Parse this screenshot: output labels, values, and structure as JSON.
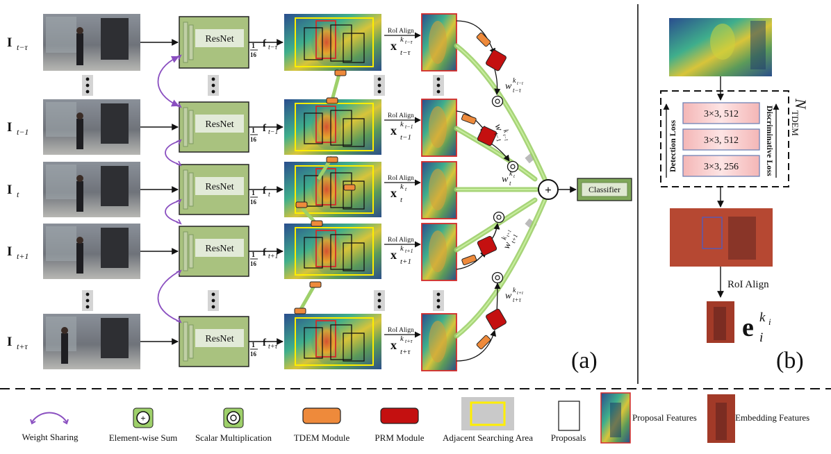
{
  "panel_a": {
    "panel_label": "(a)",
    "frames": [
      {
        "label": "I",
        "sub": "t−τ",
        "feat": "f",
        "feat_sub": "t−τ",
        "roi_x": "x",
        "roi_sup": "k",
        "roi_sup_sub": "t−τ",
        "roi_sub": "t−τ",
        "w": "w",
        "w_sup": "k",
        "w_sup_sub": "t−τ",
        "w_sub": "t−τ"
      },
      {
        "label": "I",
        "sub": "t−1",
        "feat": "f",
        "feat_sub": "t−1",
        "roi_x": "x",
        "roi_sup": "k",
        "roi_sup_sub": "t−1",
        "roi_sub": "t−1",
        "w": "w",
        "w_sup": "k",
        "w_sup_sub": "t−1",
        "w_sub": "t−1"
      },
      {
        "label": "I",
        "sub": "t",
        "feat": "f",
        "feat_sub": "t",
        "roi_x": "x",
        "roi_sup": "k",
        "roi_sup_sub": "t",
        "roi_sub": "t",
        "w": "w",
        "w_sup": "k",
        "w_sup_sub": "t",
        "w_sub": "t"
      },
      {
        "label": "I",
        "sub": "t+1",
        "feat": "f",
        "feat_sub": "t+1",
        "roi_x": "x",
        "roi_sup": "k",
        "roi_sup_sub": "t+1",
        "roi_sub": "t+1",
        "w": "w",
        "w_sup": "k",
        "w_sup_sub": "t+1",
        "w_sub": "t+1"
      },
      {
        "label": "I",
        "sub": "t+τ",
        "feat": "f",
        "feat_sub": "t+τ",
        "roi_x": "x",
        "roi_sup": "k",
        "roi_sup_sub": "t+τ",
        "roi_sub": "t+τ",
        "w": "w",
        "w_sup": "k",
        "w_sup_sub": "t+τ",
        "w_sub": "t+τ"
      }
    ],
    "backbone_label": "ResNet",
    "scale_num": "1",
    "scale_den": "16",
    "roi_align_label": "RoI Align",
    "classifier_label": "Classifier"
  },
  "panel_b": {
    "panel_label": "(b)",
    "module_symbol": "N",
    "module_sub": "TDEM",
    "layers": [
      "3×3, 512",
      "3×3, 512",
      "3×3, 256"
    ],
    "left_loss": "Detection Loss",
    "right_loss": "Discriminative Loss",
    "roi_align_label": "RoI Align",
    "embed_symbol": "e",
    "embed_sup": "k",
    "embed_sup_sub": "i",
    "embed_sub": "i"
  },
  "legend": [
    {
      "label": "Weight Sharing"
    },
    {
      "label": "Element-wise Sum"
    },
    {
      "label": "Scalar Multiplication"
    },
    {
      "label": "TDEM Module"
    },
    {
      "label": "PRM Module"
    },
    {
      "label": "Adjacent Searching Area"
    },
    {
      "label": "Proposals"
    },
    {
      "label": "Proposal Features"
    },
    {
      "label": "Embedding Features"
    }
  ],
  "colors": {
    "resnet_fill": "#a9c27f",
    "resnet_inner": "#dfe8d2",
    "tdem": "#ee8a3b",
    "prm": "#c41010",
    "stream": "#9ed06a",
    "weight_sharing": "#8a4fc0",
    "search_area": "#ffee00",
    "proposal_border": "#d42a2a",
    "embedding": "#a23a28"
  }
}
